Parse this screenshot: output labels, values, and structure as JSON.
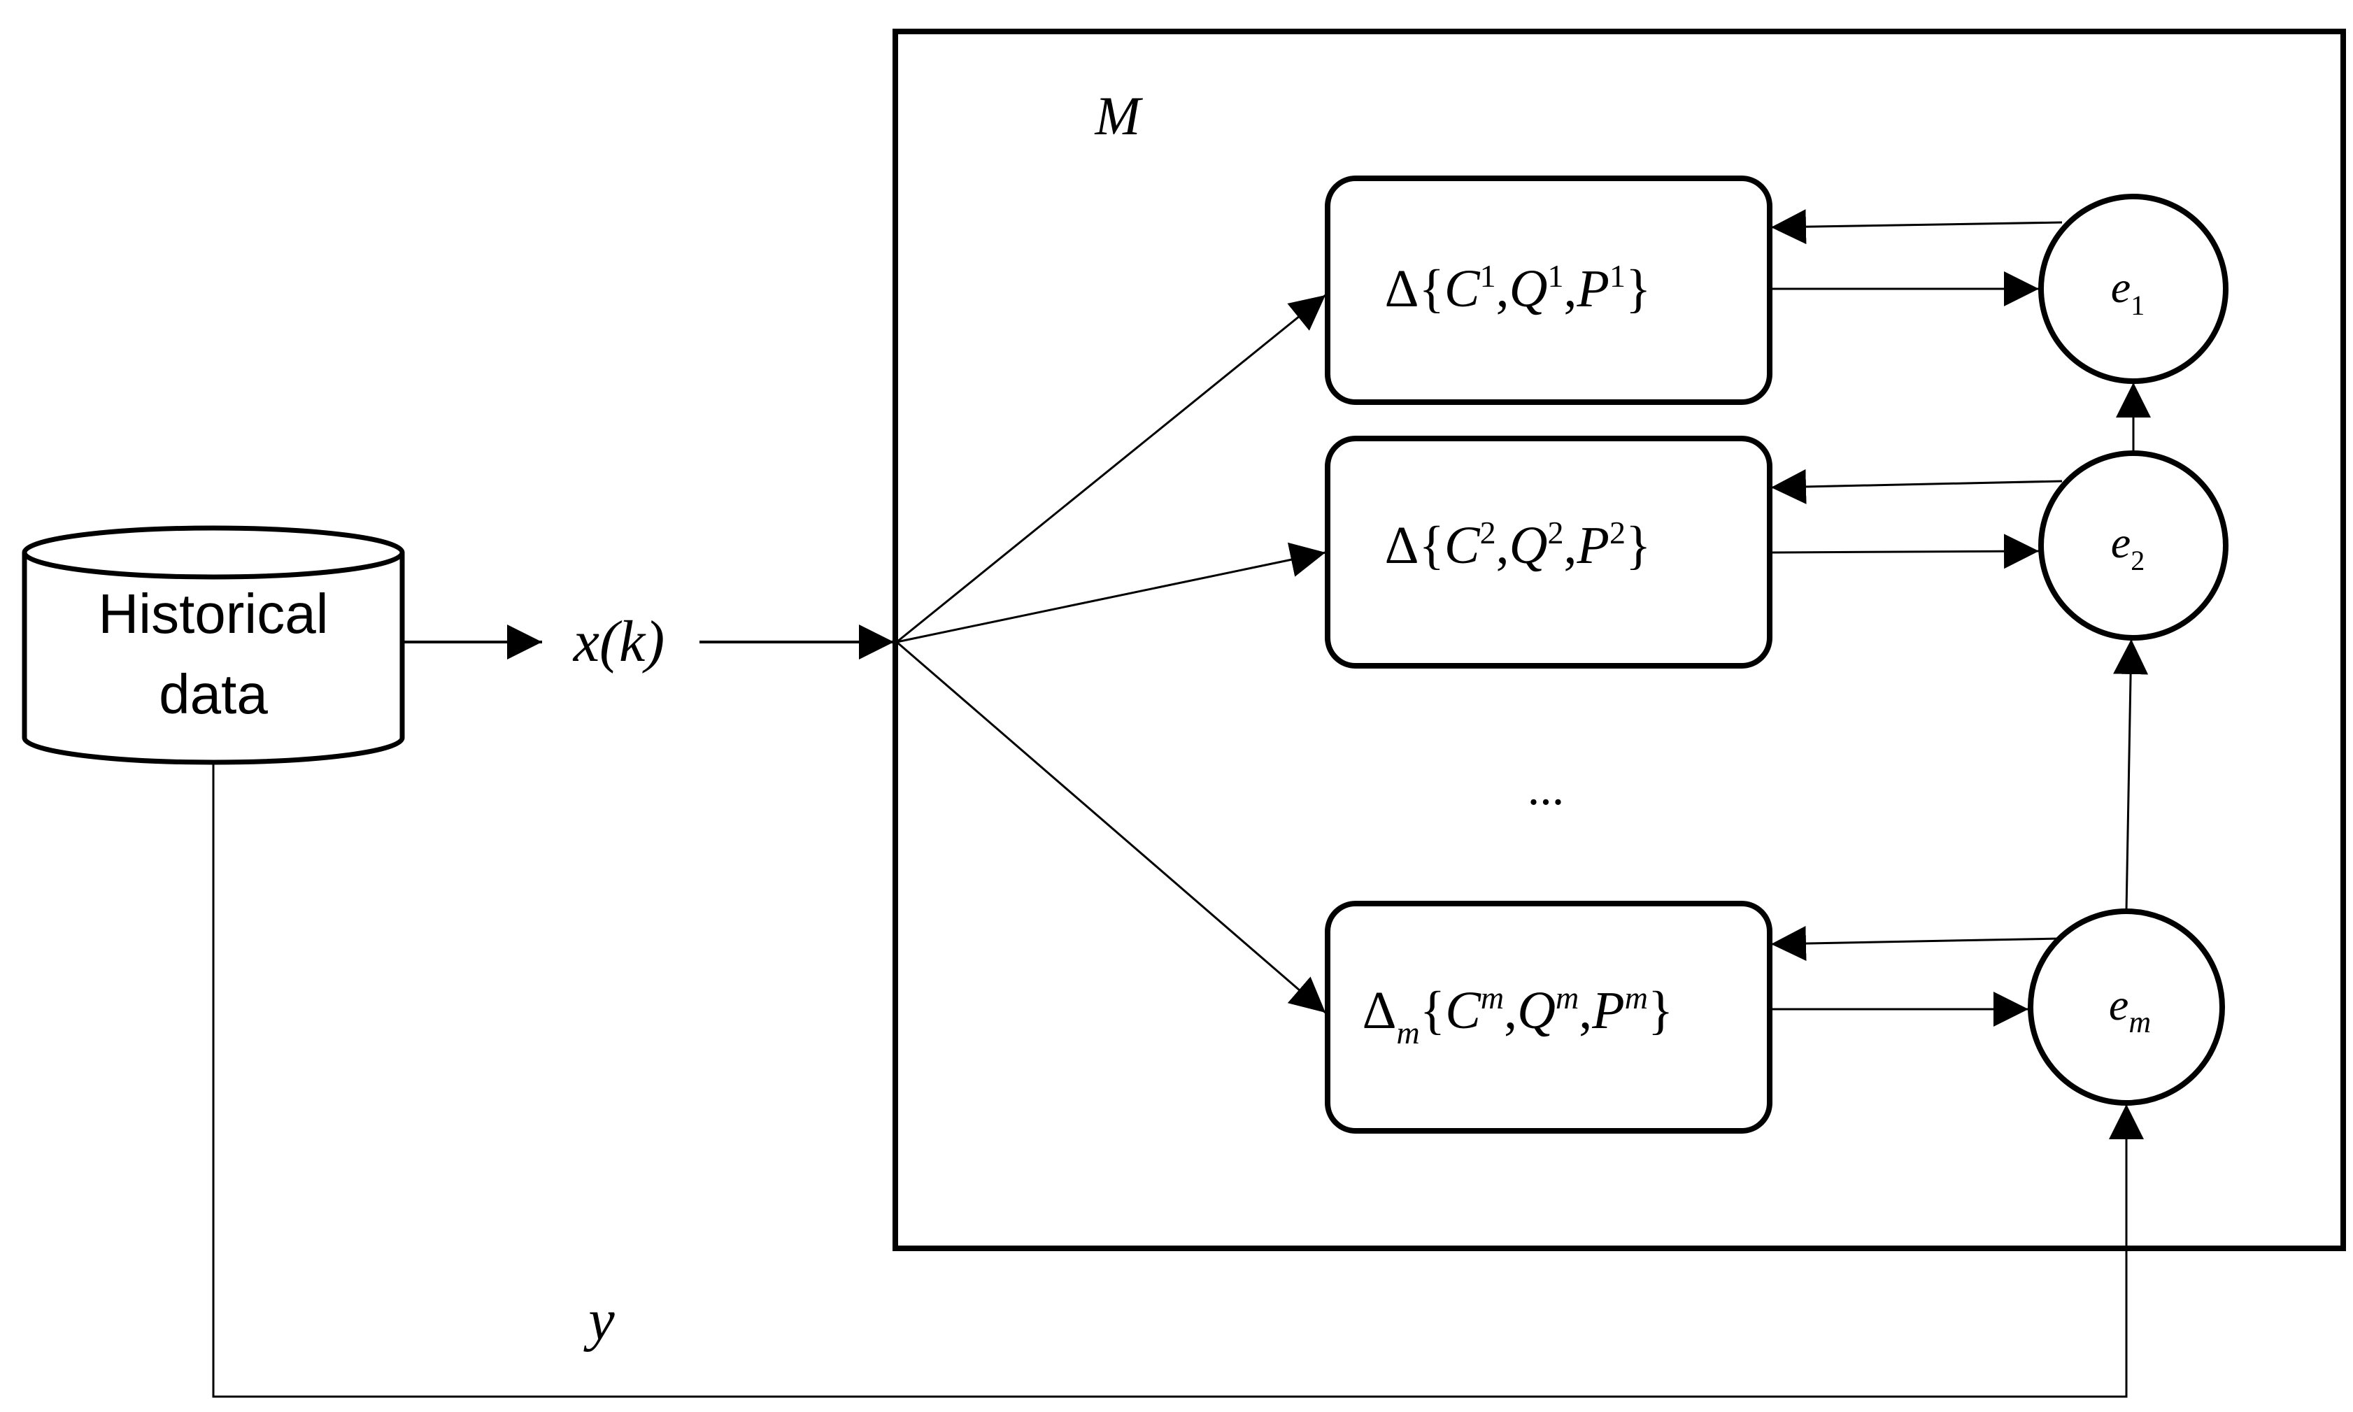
{
  "database": {
    "label_line1": "Historical",
    "label_line2": "data"
  },
  "input_signal": {
    "text": "x(k)"
  },
  "output_signal": {
    "text": "y"
  },
  "model_box": {
    "label": "M"
  },
  "submodels": [
    {
      "prefix": "Δ",
      "prefix_sub": "",
      "open": "{",
      "C": "C",
      "Q": "Q",
      "P": "P",
      "sup": "1",
      "close": "}"
    },
    {
      "prefix": "Δ",
      "prefix_sub": "",
      "open": "{",
      "C": "C",
      "Q": "Q",
      "P": "P",
      "sup": "2",
      "close": "}"
    },
    {
      "prefix": "Δ",
      "prefix_sub": "m",
      "open": "{",
      "C": "C",
      "Q": "Q",
      "P": "P",
      "sup": "m",
      "close": "}"
    }
  ],
  "ellipsis": "...",
  "errors": [
    {
      "base": "e",
      "sub": "1"
    },
    {
      "base": "e",
      "sub": "2"
    },
    {
      "base": "e",
      "sub": "m"
    }
  ]
}
